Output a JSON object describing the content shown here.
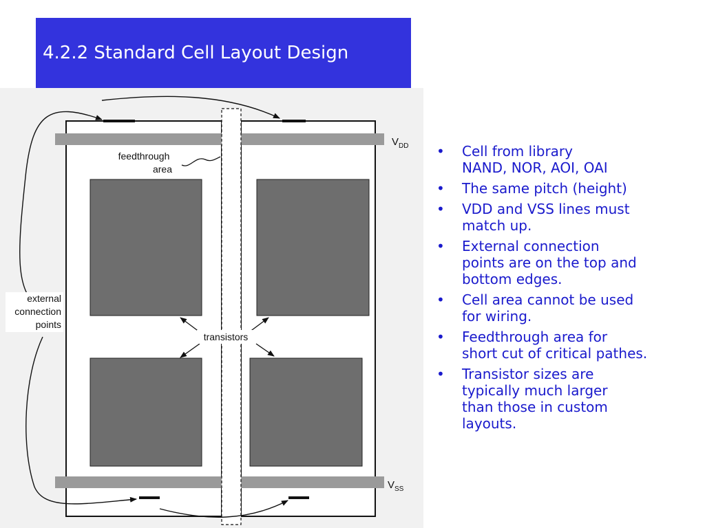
{
  "title": "4.2.2 Standard Cell Layout Design",
  "figure": {
    "labels": {
      "vdd_main": "V",
      "vdd_sub": "DD",
      "vss_main": "V",
      "vss_sub": "SS",
      "feedthrough_line1": "feedthrough",
      "feedthrough_line2": "area",
      "external_line1": "external",
      "external_line2": "connection",
      "external_line3": "points",
      "transistors": "transistors"
    },
    "colors": {
      "rail": "#9a9a9a",
      "cell_fill": "#6e6e6e",
      "scan_bg": "#f1f1f1",
      "line": "#111111"
    }
  },
  "bullets": [
    {
      "lines": [
        "Cell from library",
        "NAND, NOR, AOI, OAI"
      ]
    },
    {
      "lines": [
        "The same pitch (height)"
      ]
    },
    {
      "lines": [
        "VDD and VSS lines must",
        "match up."
      ]
    },
    {
      "lines": [
        "External connection",
        "points are on the top and",
        "bottom edges."
      ]
    },
    {
      "lines": [
        "Cell area cannot be used",
        "for wiring."
      ]
    },
    {
      "lines": [
        "Feedthrough area for",
        "short cut of critical pathes."
      ]
    },
    {
      "lines": [
        "Transistor sizes are",
        "typically much larger",
        "than those in custom",
        "layouts."
      ]
    }
  ],
  "bullet_glyph": "•"
}
